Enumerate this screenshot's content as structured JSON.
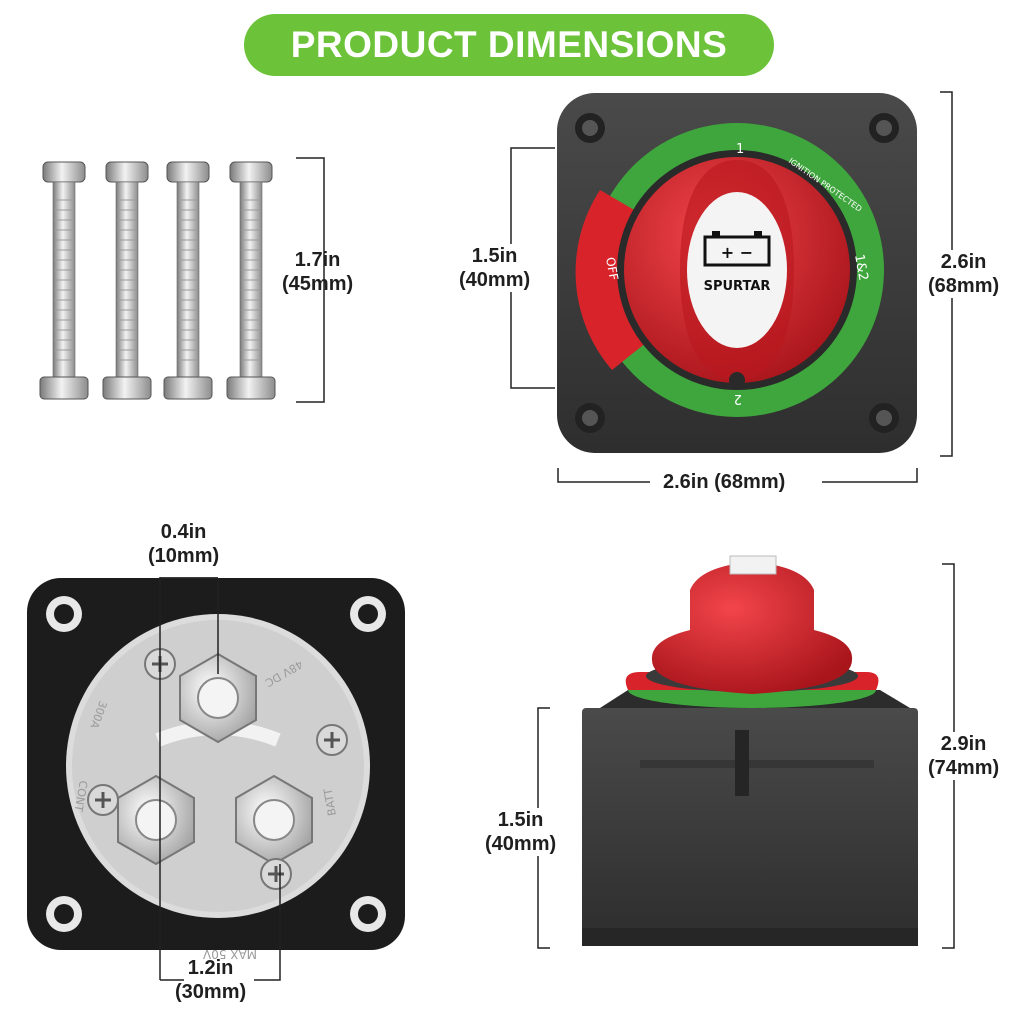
{
  "banner": {
    "title": "PRODUCT DIMENSIONS",
    "color": "#6cc33a"
  },
  "brand": {
    "name": "SPURTAR",
    "battery_symbol": "+ −"
  },
  "selector_ring": {
    "positions": [
      "1",
      "IGNITION PROTECTED",
      "1&2",
      "2",
      "OFF"
    ],
    "colors": {
      "ring_green": "#3fa63d",
      "ring_red": "#d8232a",
      "knob_red": "#cf2027",
      "housing": "#3b3b3b"
    }
  },
  "dimensions": {
    "screw_length": {
      "imperial": "1.7in",
      "metric": "(45mm)"
    },
    "dial_height": {
      "imperial": "1.5in",
      "metric": "(40mm)"
    },
    "base_height": {
      "imperial": "2.6in",
      "metric": "(68mm)"
    },
    "base_width": {
      "text": "2.6in (68mm)"
    },
    "terminal_width": {
      "imperial": "0.4in",
      "metric": "(10mm)"
    },
    "terminal_spacing": {
      "imperial": "1.2in",
      "metric": "(30mm)"
    },
    "housing_height": {
      "imperial": "1.5in",
      "metric": "(40mm)"
    },
    "total_height": {
      "imperial": "2.9in",
      "metric": "(74mm)"
    }
  },
  "back_plate_text": [
    "MAX 50V",
    "48V DC",
    "300A",
    "CONT",
    "BATT"
  ]
}
